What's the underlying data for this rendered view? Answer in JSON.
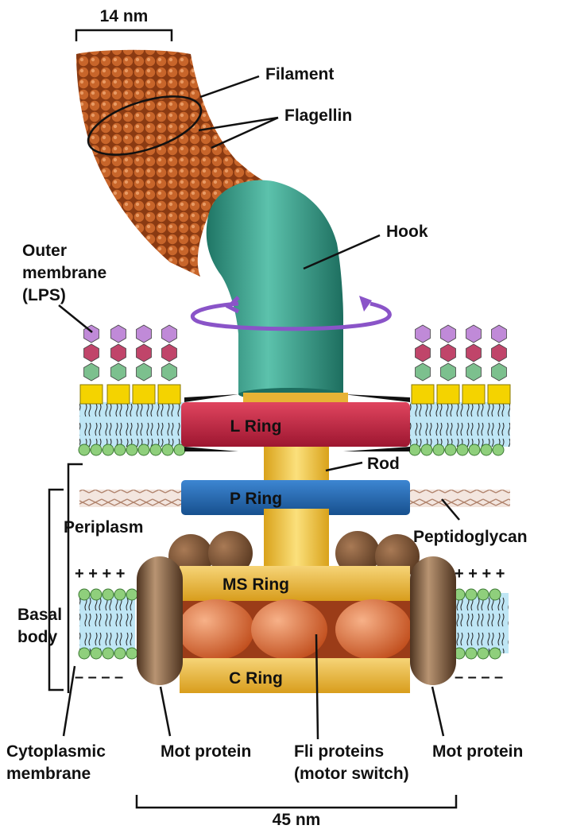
{
  "scale": {
    "top": "14 nm",
    "bottom": "45 nm"
  },
  "labels": {
    "filament": "Filament",
    "flagellin": "Flagellin",
    "hook": "Hook",
    "outer_membrane_1": "Outer",
    "outer_membrane_2": "membrane",
    "outer_membrane_3": "(LPS)",
    "rod": "Rod",
    "periplasm": "Periplasm",
    "peptidoglycan": "Peptidoglycan",
    "basal_body_1": "Basal",
    "basal_body_2": "body",
    "cytoplasmic_1": "Cytoplasmic",
    "cytoplasmic_2": "membrane",
    "mot_left": "Mot protein",
    "fli_1": "Fli proteins",
    "fli_2": "(motor switch)",
    "mot_right": "Mot protein"
  },
  "rings": {
    "l_ring": "L Ring",
    "p_ring": "P Ring",
    "ms_ring": "MS Ring",
    "c_ring": "C Ring"
  },
  "membrane_charges": {
    "positive": "+ + + +",
    "negative": "– – – –"
  },
  "colors": {
    "filament": "#b5541f",
    "hook": "#2e9c86",
    "l_ring": "#c8243f",
    "p_ring": "#1f66b0",
    "ms_ring": "#e7b335",
    "c_ring": "#e7b335",
    "rod": "#f2c13a",
    "mot": "#7a5a3c",
    "fli": "#e06a38",
    "membrane": "#bfe6f5",
    "lipid_head": "#8fcf7c",
    "lps_purple": "#c08ad8",
    "lps_red": "#c0456a",
    "lps_green": "#7cc08e",
    "lps_yellow": "#f4d300",
    "rotation_arrow": "#8a54c8"
  }
}
